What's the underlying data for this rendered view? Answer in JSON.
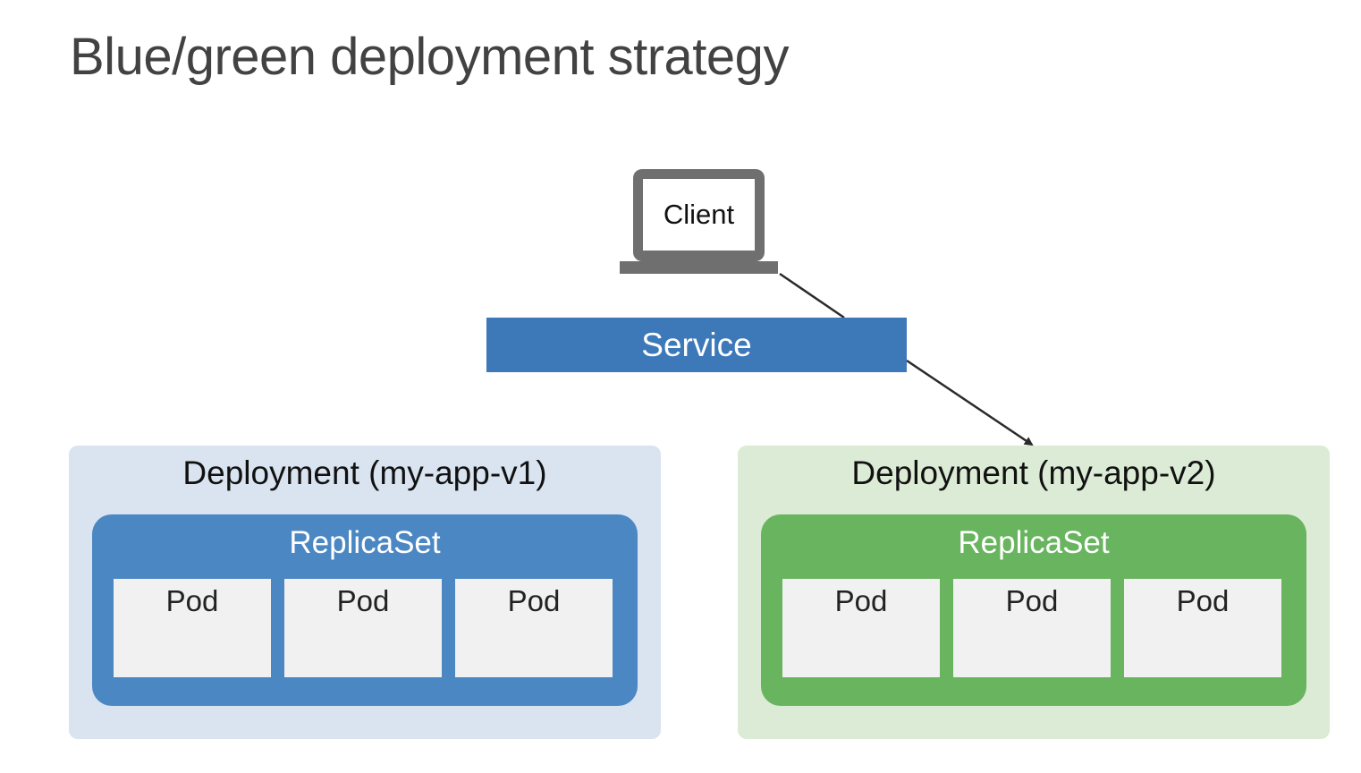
{
  "title": "Blue/green deployment strategy",
  "client": {
    "label": "Client",
    "icon": "laptop-icon"
  },
  "service": {
    "label": "Service"
  },
  "deployments": [
    {
      "label": "Deployment (my-app-v1)",
      "color": "#d9e4f0",
      "replicaset": {
        "label": "ReplicaSet",
        "color": "#4b87c3",
        "pods": [
          "Pod",
          "Pod",
          "Pod"
        ]
      }
    },
    {
      "label": "Deployment (my-app-v2)",
      "color": "#dcebd5",
      "replicaset": {
        "label": "ReplicaSet",
        "color": "#69b45f",
        "pods": [
          "Pod",
          "Pod",
          "Pod"
        ]
      }
    }
  ],
  "colors": {
    "service": "#3d78b8",
    "laptop": "#6f6f6f",
    "pod": "#f1f1f1",
    "connector": "#2b2b2b"
  }
}
